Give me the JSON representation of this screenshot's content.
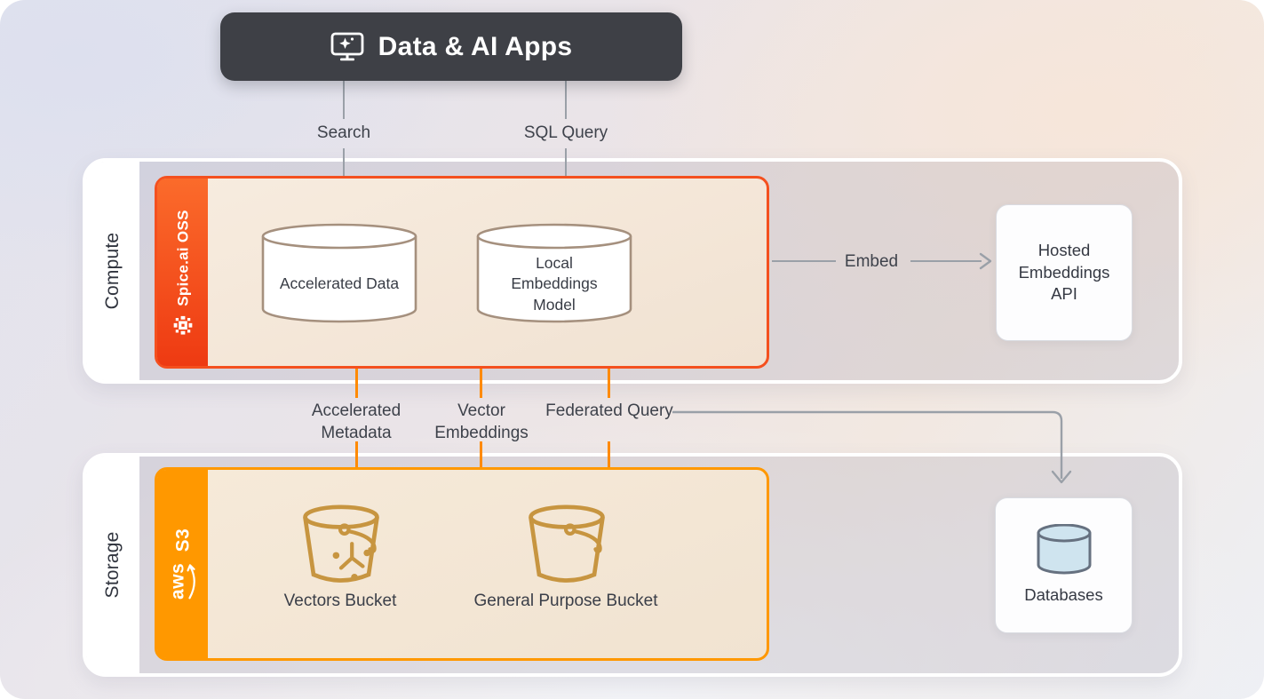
{
  "header": {
    "label": "Data & AI Apps",
    "icon": "monitor-sparkle-icon"
  },
  "flows": {
    "search": "Search",
    "sql_query": "SQL Query",
    "embed": "Embed",
    "accelerated_metadata": "Accelerated Metadata",
    "vector_embeddings": "Vector Embeddings",
    "federated_query": "Federated Query"
  },
  "compute": {
    "band_label": "Compute",
    "spice": {
      "name": "Spice.ai OSS",
      "logo_icon": "spice-flower-logo-icon",
      "accelerated_data": "Accelerated Data",
      "local_embeddings_model": "Local Embeddings Model"
    },
    "hosted_embeddings_api": "Hosted Embeddings API"
  },
  "storage": {
    "band_label": "Storage",
    "s3": {
      "brand": "aws",
      "service": "S3",
      "brand_icon": "aws-smile-arrow-icon",
      "vectors_bucket": "Vectors Bucket",
      "general_purpose_bucket": "General Purpose Bucket"
    },
    "databases": "Databases"
  },
  "colors": {
    "header_bg": "#3e4046",
    "spice_accent": "#f4501f",
    "s3_accent": "#ff9800",
    "bucket_gold": "#c79540",
    "connector_gray": "#9aa0a8",
    "connector_orange": "#ff8a00",
    "database_icon_blue": "#cfe4ef",
    "band_fill": "rgba(172,170,182,0.28)"
  }
}
